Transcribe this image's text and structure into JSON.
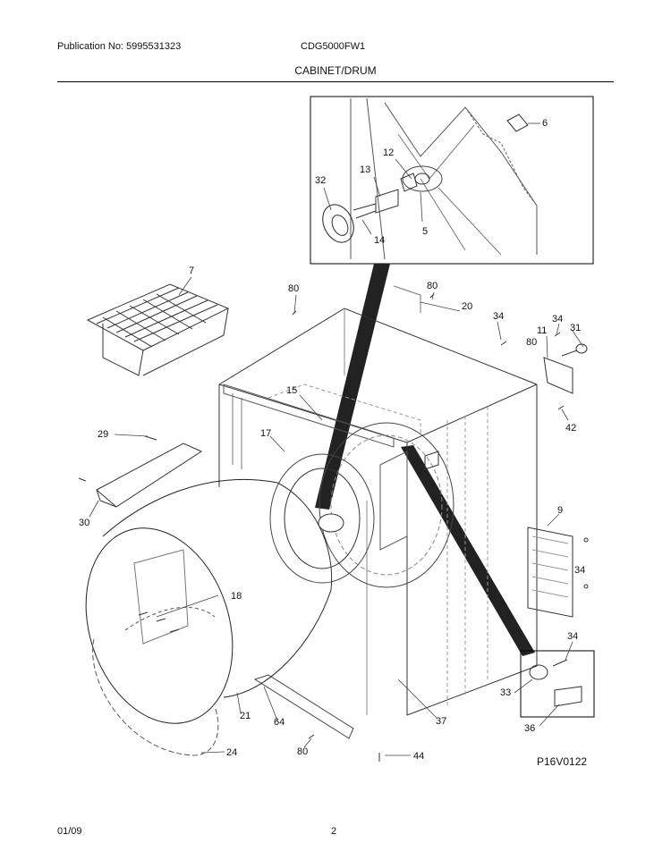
{
  "header": {
    "publication": "Publication No: 5995531323",
    "model": "CDG5000FW1",
    "section_title": "CABINET/DRUM"
  },
  "footer": {
    "date": "01/09",
    "page": "2",
    "diagram_code": "P16V0122"
  },
  "callouts": {
    "c6": "6",
    "c12": "12",
    "c13": "13",
    "c32": "32",
    "c14": "14",
    "c5": "5",
    "c7": "7",
    "c80a": "80",
    "c80b": "80",
    "c80c": "80",
    "c80d": "80",
    "c20": "20",
    "c34a": "34",
    "c34b": "34",
    "c34c": "34",
    "c34d": "34",
    "c11": "11",
    "c31": "31",
    "c15": "15",
    "c42": "42",
    "c29": "29",
    "c17": "17",
    "c30": "30",
    "c9": "9",
    "c18": "18",
    "c33": "33",
    "c36": "36",
    "c21": "21",
    "c64": "64",
    "c37": "37",
    "c24": "24",
    "c44": "44"
  }
}
